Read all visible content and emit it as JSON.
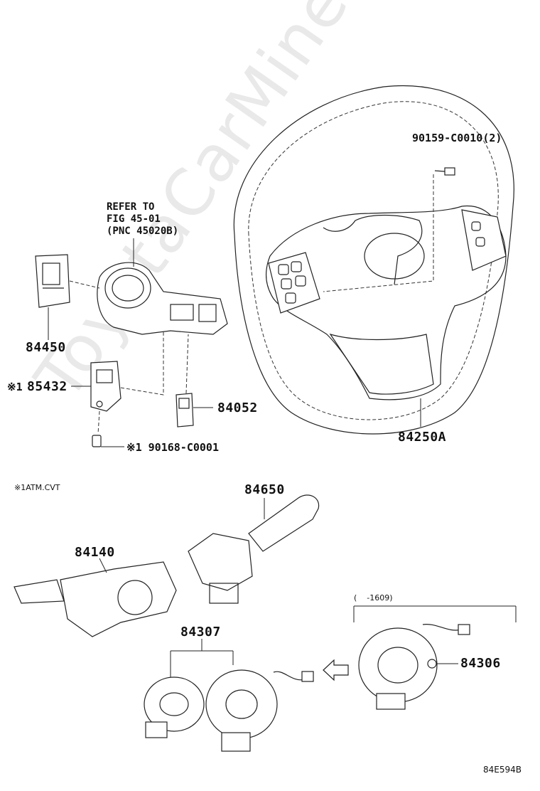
{
  "watermark": "ToyotaCarMine.ru",
  "refer_note": {
    "line1": "REFER TO",
    "line2": "FIG 45-01",
    "line3": "(PNC 45020B)"
  },
  "parts": {
    "p90159": "90159-C0010(2)",
    "p84250a": "84250A",
    "p84450": "84450",
    "p85432_mark": "※1",
    "p85432": "85432",
    "p84052": "84052",
    "p90168": "※1 90168-C0001",
    "footnote": "※1ATM.CVT",
    "p84650": "84650",
    "p84140": "84140",
    "p84307": "84307",
    "p84306": "84306",
    "date_range": "(    -1609)"
  },
  "figure_id": "84E594B"
}
